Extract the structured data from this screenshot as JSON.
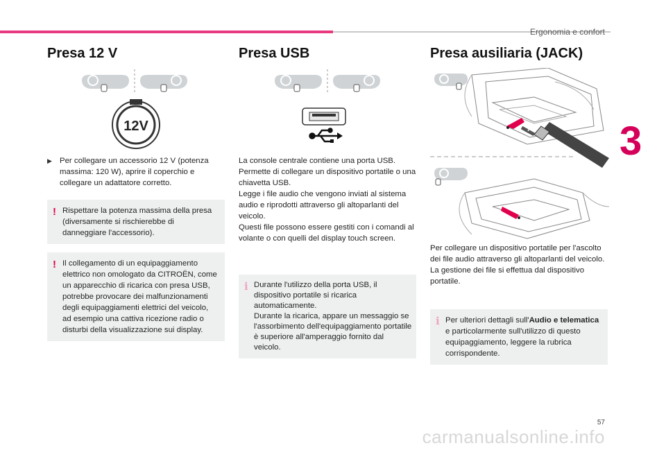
{
  "header": {
    "section_title": "Ergonomia e confort",
    "chapter": "3"
  },
  "footer": {
    "page_number": "57",
    "watermark": "carmanualsonline.info"
  },
  "colors": {
    "accent": "#e8397f",
    "chapter": "#d5005a",
    "warning": "#e0004d",
    "box_bg": "#eef0f0"
  },
  "col1": {
    "title": "Presa 12 V",
    "socket_label": "12V",
    "bullet": "Per collegare un accessorio 12 V (potenza massima: 120 W), aprire il coperchio e collegare un adattatore corretto.",
    "warning1": "Rispettare la potenza massima della presa (diversamente si rischierebbe di danneggiare l'accessorio).",
    "warning2": "Il collegamento di un equipaggiamento elettrico non omologato da CITROËN, come un apparecchio di ricarica con presa USB, potrebbe provocare dei malfunzionamenti degli equipaggiamenti elettrici del veicolo, ad esempio una cattiva ricezione radio o disturbi della visualizzazione sui display."
  },
  "col2": {
    "title": "Presa USB",
    "body_lines": [
      "La console centrale contiene una porta USB.",
      "Permette di collegare un dispositivo portatile o una chiavetta USB.",
      "Legge i file audio che vengono inviati al sistema audio e riprodotti attraverso gli altoparlanti del veicolo.",
      "Questi file possono essere gestiti con i comandi al volante o con quelli del display touch screen."
    ],
    "info_lines": [
      "Durante l'utilizzo della porta USB, il dispositivo portatile si ricarica automaticamente.",
      "Durante la ricarica, appare un messaggio se l'assorbimento dell'equipaggiamento portatile è superiore all'amperaggio fornito dal veicolo."
    ]
  },
  "col3": {
    "title": "Presa ausiliaria (JACK)",
    "body_lines": [
      "Per collegare un dispositivo portatile per l'ascolto dei file audio attraverso gli altoparlanti del veicolo.",
      "La gestione dei file si effettua dal dispositivo portatile."
    ],
    "info_prefix": "Per ulteriori dettagli sull'",
    "info_bold": "Audio e telematica",
    "info_suffix": " e particolarmente sull'utilizzo di questo equipaggiamento, leggere la rubrica corrispondente."
  },
  "icons": [
    "steering-wheel-icon",
    "usb-icon",
    "warning-icon",
    "info-icon",
    "jack-plug-icon"
  ]
}
